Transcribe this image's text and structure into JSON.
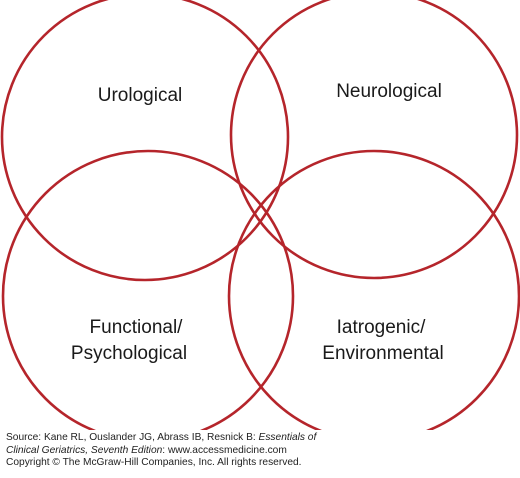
{
  "diagram": {
    "circle_color": "#b5252b",
    "labels": {
      "urological": "Urological",
      "neurological": "Neurological",
      "functional_line1": "Functional/",
      "functional_line2": "Psychological",
      "iatrogenic_line1": "Iatrogenic/",
      "iatrogenic_line2": "Environmental"
    }
  },
  "credit": {
    "source_prefix": "Source: Kane RL, Ouslander JG, Abrass IB, Resnick B: ",
    "book_title_line1": "Essentials of",
    "book_title_line2": "Clinical Geriatrics, Seventh Edition",
    "source_suffix": ": www.accessmedicine.com",
    "copyright": "Copyright © The McGraw-Hill Companies, Inc. All rights reserved."
  }
}
